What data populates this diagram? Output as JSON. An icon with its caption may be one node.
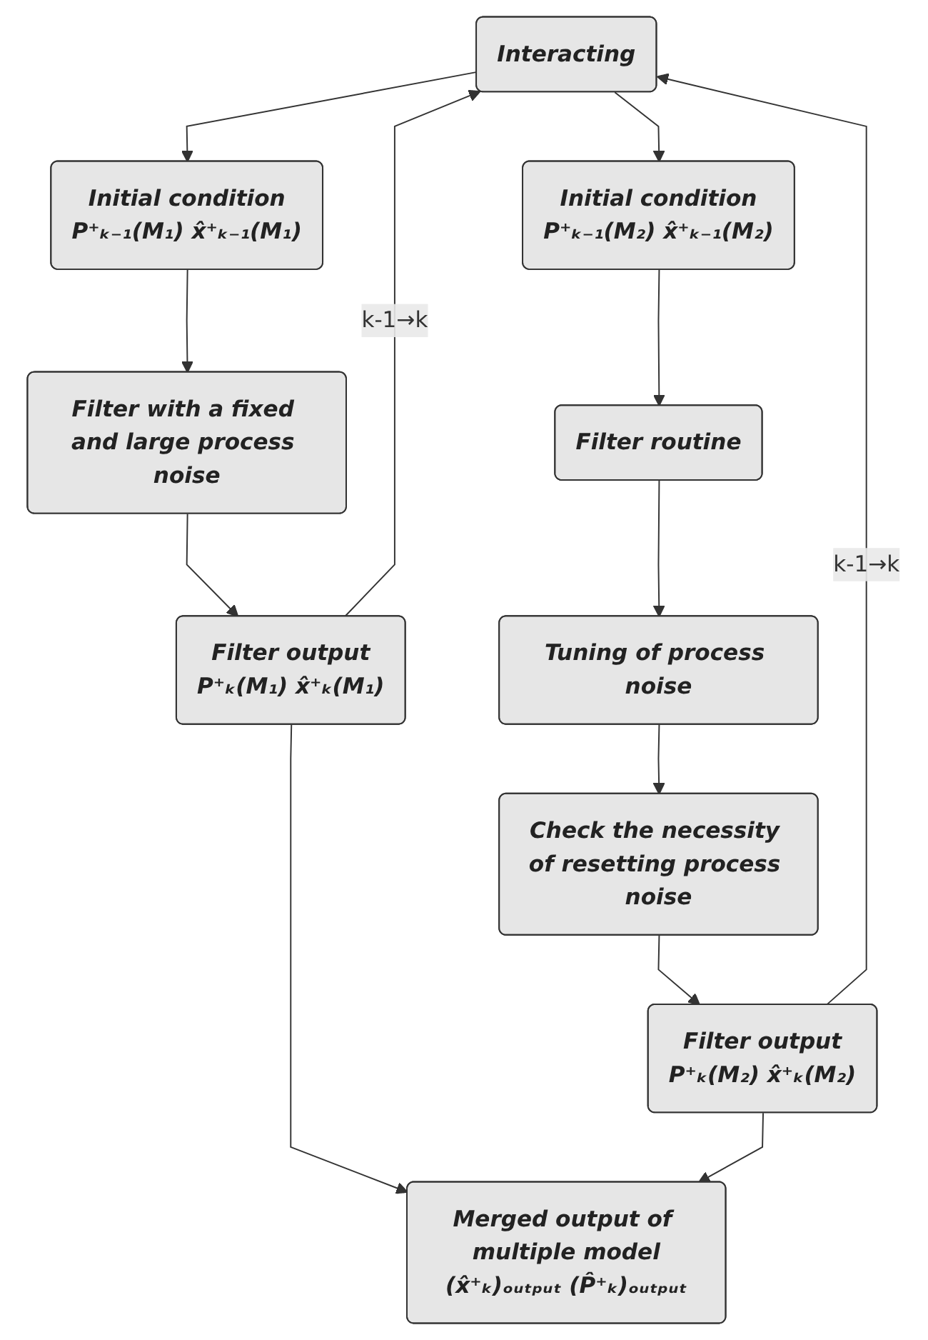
{
  "diagram": {
    "nodes": [
      {
        "text": [
          "Interacting"
        ]
      },
      {
        "text": [
          "Initial condition",
          "P⁺ₖ₋₁(M₁) x̂⁺ₖ₋₁(M₁)"
        ]
      },
      {
        "text": [
          "Initial condition",
          "P⁺ₖ₋₁(M₂) x̂⁺ₖ₋₁(M₂)"
        ]
      },
      {
        "text": [
          "Filter routine"
        ]
      },
      {
        "text": [
          "Filter with a fixed and large process noise"
        ]
      },
      {
        "text": [
          "Tuning of process noise"
        ]
      },
      {
        "text": [
          "Check the necessity of resetting process noise"
        ]
      },
      {
        "text": [
          "Filter output",
          "P⁺ₖ(M₁) x̂⁺ₖ(M₁)"
        ]
      },
      {
        "text": [
          "Filter output",
          "P⁺ₖ(M₂) x̂⁺ₖ(M₂)"
        ]
      },
      {
        "text": [
          "Merged output of multiple model",
          "(x̂⁺ₖ)ₒᵤₜₚᵤₜ (P̂⁺ₖ)ₒᵤₜₚᵤₜ"
        ]
      }
    ],
    "edges": [
      {
        "from": 0,
        "to": 1,
        "arrow": "to"
      },
      {
        "from": 0,
        "to": 2,
        "arrow": "to"
      },
      {
        "from": 1,
        "to": 4,
        "arrow": "to"
      },
      {
        "from": 2,
        "to": 3,
        "arrow": "to"
      },
      {
        "from": 3,
        "to": 5,
        "arrow": "to"
      },
      {
        "from": 5,
        "to": 6,
        "arrow": "to"
      },
      {
        "from": 4,
        "to": 7,
        "arrow": "to"
      },
      {
        "from": 6,
        "to": 8,
        "arrow": "to"
      },
      {
        "from": 7,
        "to": 9,
        "arrow": "to"
      },
      {
        "from": 8,
        "to": 9,
        "arrow": "to"
      },
      {
        "from": 7,
        "to": 0,
        "label": "k-1→k",
        "arrow": "to"
      },
      {
        "from": 8,
        "to": 0,
        "label": "k-1→k",
        "arrow": "to"
      }
    ]
  }
}
